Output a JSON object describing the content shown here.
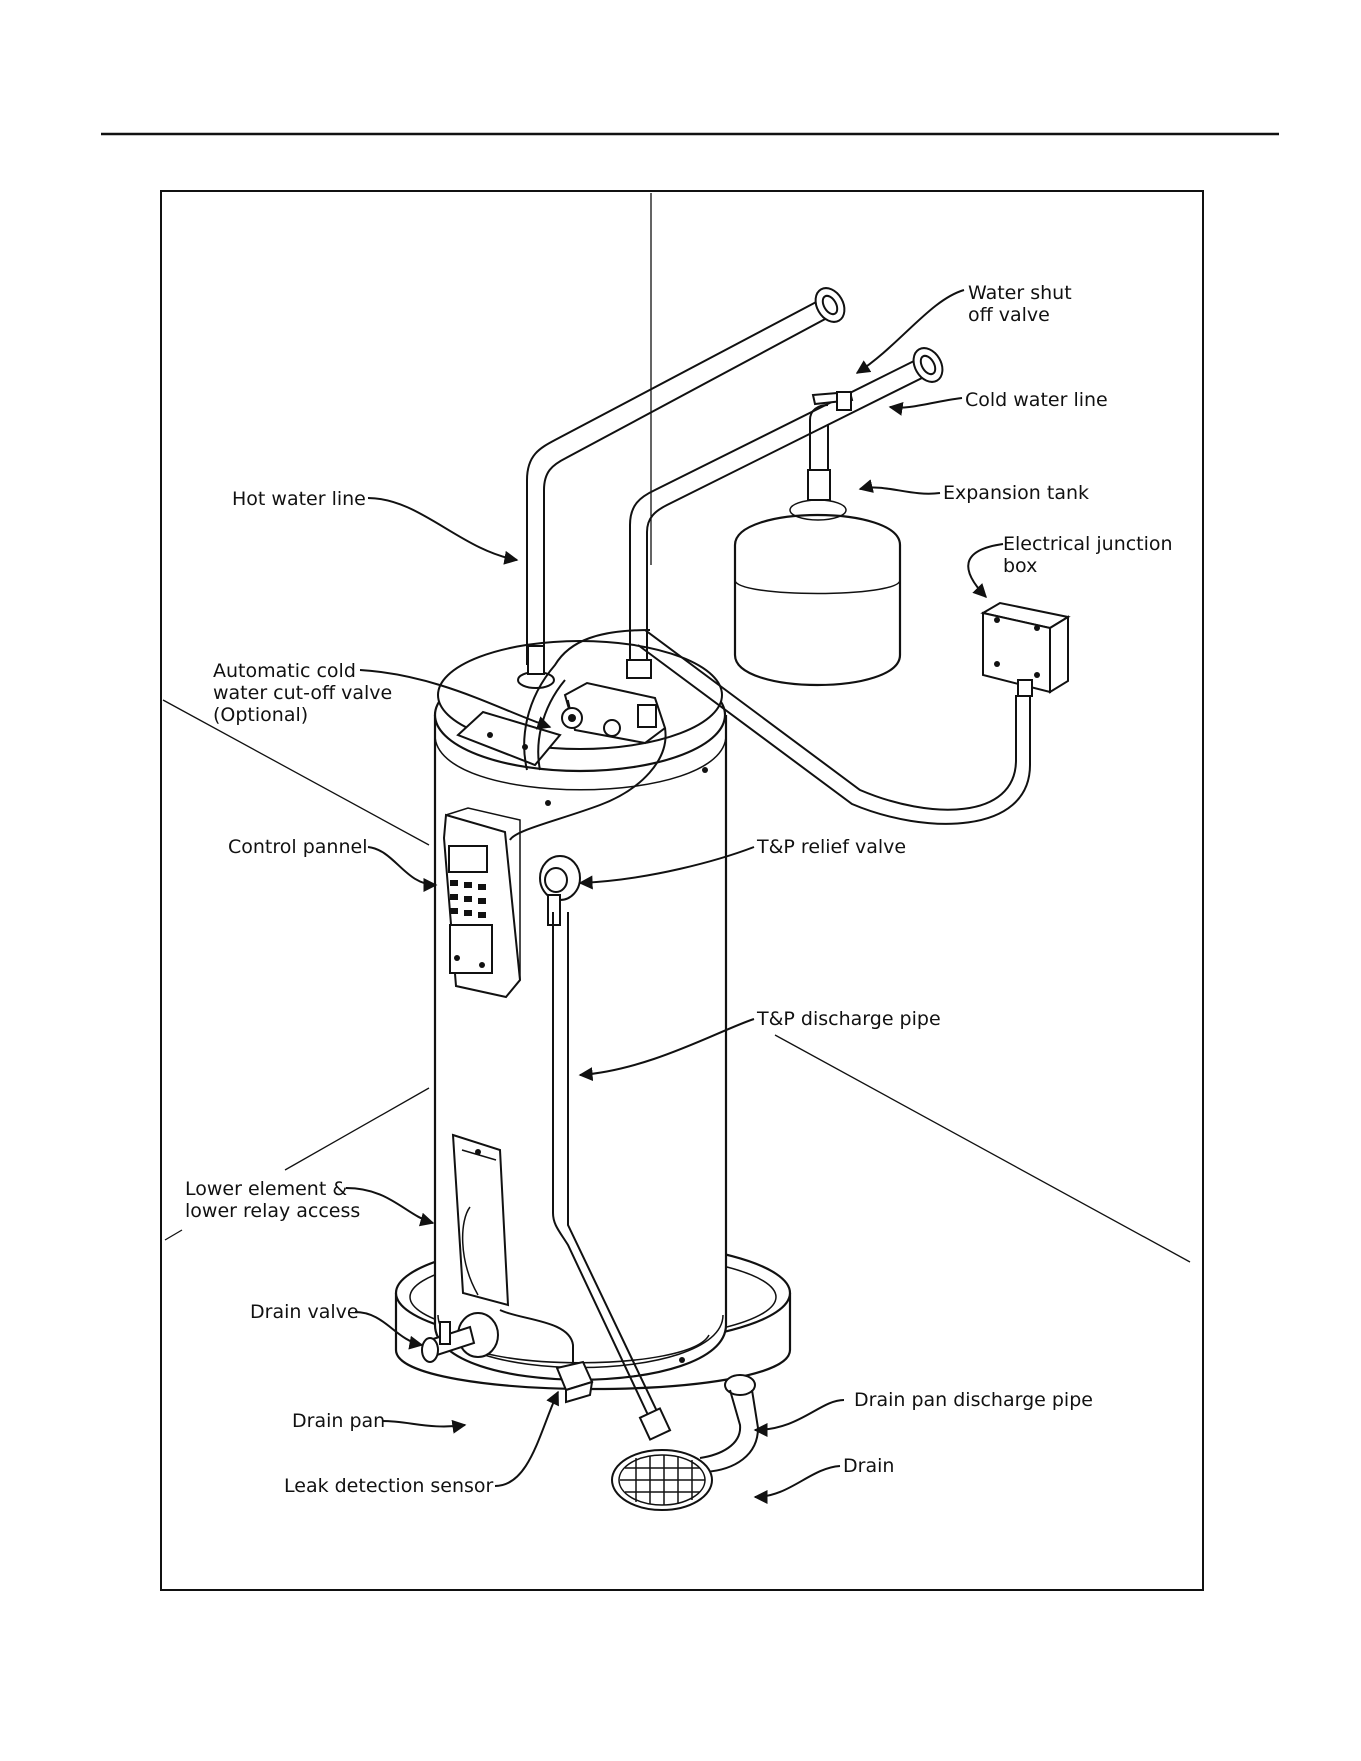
{
  "labels": {
    "water_shut_off_valve": [
      "Water shut",
      "off valve"
    ],
    "cold_water_line": [
      "Cold water line"
    ],
    "hot_water_line": [
      "Hot water line"
    ],
    "expansion_tank": [
      "Expansion tank"
    ],
    "electrical_junction_box": [
      "Electrical junction",
      "box"
    ],
    "automatic_cold_water_cutoff_valve": [
      "Automatic cold",
      "water cut-off valve",
      "(Optional)"
    ],
    "control_pannel": [
      "Control pannel"
    ],
    "tp_relief_valve": [
      "T&P relief valve"
    ],
    "tp_discharge_pipe": [
      "T&P discharge pipe"
    ],
    "lower_element_relay_access": [
      "Lower element &",
      "lower relay access"
    ],
    "drain_valve": [
      "Drain valve"
    ],
    "drain_pan": [
      "Drain pan"
    ],
    "drain_pan_discharge_pipe": [
      "Drain pan discharge pipe"
    ],
    "drain": [
      "Drain"
    ],
    "leak_detection_sensor": [
      "Leak detection sensor"
    ]
  }
}
